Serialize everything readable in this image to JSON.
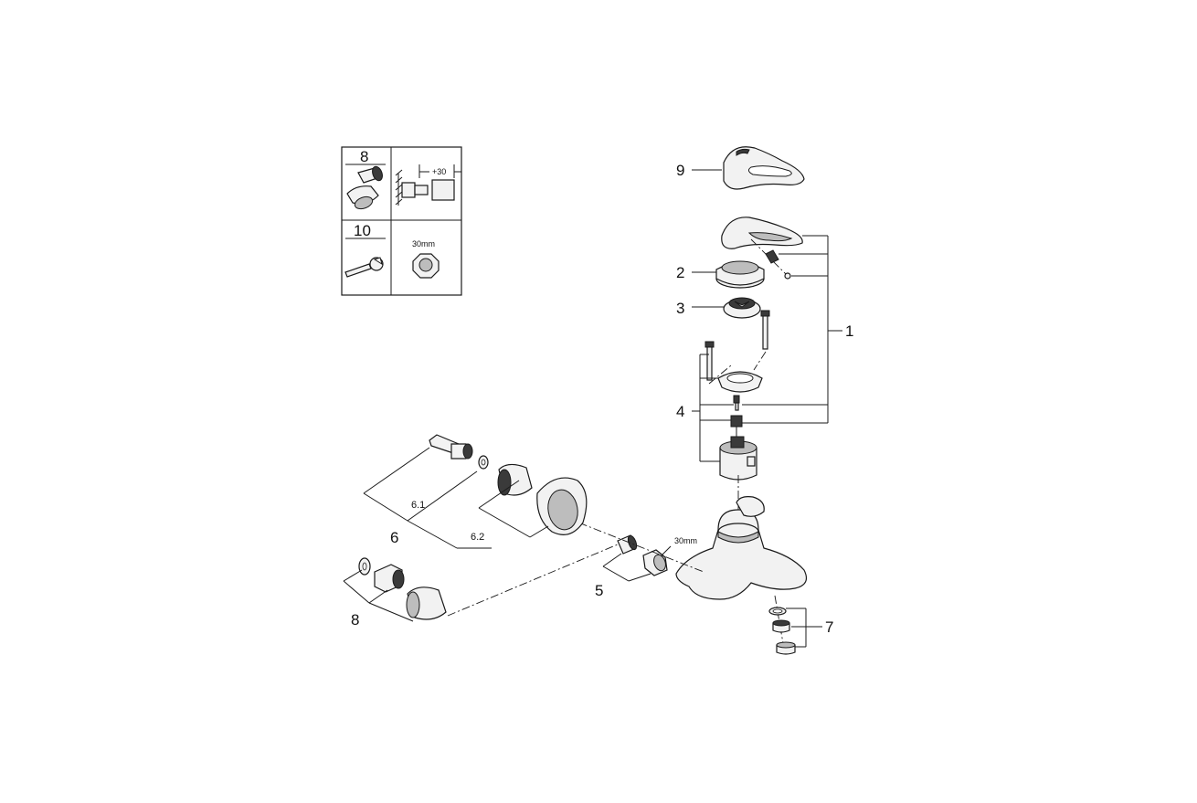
{
  "labels": {
    "l1": "1",
    "l2": "2",
    "l3": "3",
    "l4": "4",
    "l5": "5",
    "l6": "6",
    "l6_1": "6.1",
    "l6_2": "6.2",
    "l7": "7",
    "l8": "8",
    "l9": "9",
    "wrench_size": "30mm"
  },
  "inset": {
    "cell8": "8",
    "cell10": "10",
    "extension": "+30",
    "wrench_size": "30mm"
  }
}
